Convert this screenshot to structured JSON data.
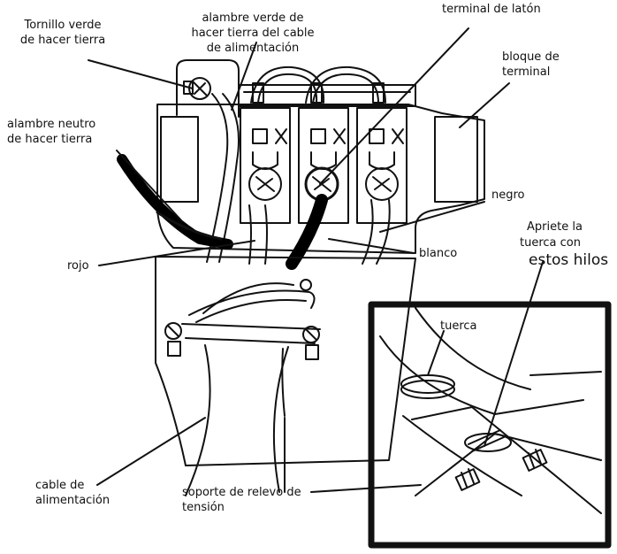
{
  "labels": {
    "green_ground_screw": "Tornillo verde\nde hacer tierra",
    "green_ground_wire": "alambre verde de\nhacer tierra del cable\nde alimentación",
    "brass_terminal": "terminal de latón",
    "terminal_block": "bloque de\nterminal",
    "neutral_ground_wire": "alambre neutro\nde hacer tierra",
    "black": "negro",
    "tighten_nut_line1": "Apriete la",
    "tighten_nut_line2": "tuerca con",
    "tighten_nut_line3": "estos hilos",
    "white": "blanco",
    "red": "rojo",
    "nut": "tuerca",
    "power_cord": "cable de\nalimentación",
    "strain_relief": "soporte de relevo de\ntensión"
  }
}
